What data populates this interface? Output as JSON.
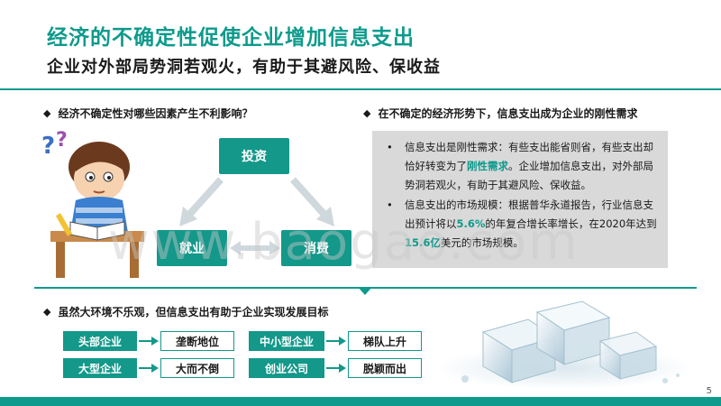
{
  "header": {
    "title": "经济的不确定性促使企业增加信息支出",
    "subtitle": "企业对外部局势洞若观火，有助于其避风险、保收益"
  },
  "left_section": {
    "bullet": "◆",
    "heading": "经济不确定性对哪些因素产生不利影响？",
    "cycle": {
      "top": "投资",
      "bottom_left": "就业",
      "bottom_right": "消费"
    }
  },
  "right_section": {
    "bullet": "◆",
    "heading": "在不确定的经济形势下，信息支出成为企业的刚性需求",
    "items": [
      {
        "dot": "•",
        "text_before": "信息支出是刚性需求：有些支出能省则省，有些支出却恰好转变为了",
        "highlight": "刚性需求",
        "text_after": "。企业增加信息支出，对外部局势洞若观火，有助于其避风险、保收益。"
      },
      {
        "dot": "•",
        "text_before": "信息支出的市场规模：根据普华永道报告，行业信息支出预计将以",
        "highlight": "5.6%",
        "text_middle": "的年复合增长率增长，在2020年达到",
        "highlight2": "15.6亿",
        "text_after": "美元的市场规模。"
      }
    ]
  },
  "bottom_section": {
    "bullet": "◆",
    "heading": "虽然大环境不乐观，但信息支出有助于企业实现发展目标",
    "pairs": [
      {
        "from": "头部企业",
        "to": "垄断地位"
      },
      {
        "from": "大型企业",
        "to": "大而不倒"
      },
      {
        "from": "中小型企业",
        "to": "梯队上升"
      },
      {
        "from": "创业公司",
        "to": "脱颖而出"
      }
    ]
  },
  "footer": {
    "page_number": "5"
  },
  "watermark": "www.baogao.com",
  "colors": {
    "accent": "#0e9a8c",
    "node": "#13988a",
    "info_bg": "#d9d9d9"
  }
}
